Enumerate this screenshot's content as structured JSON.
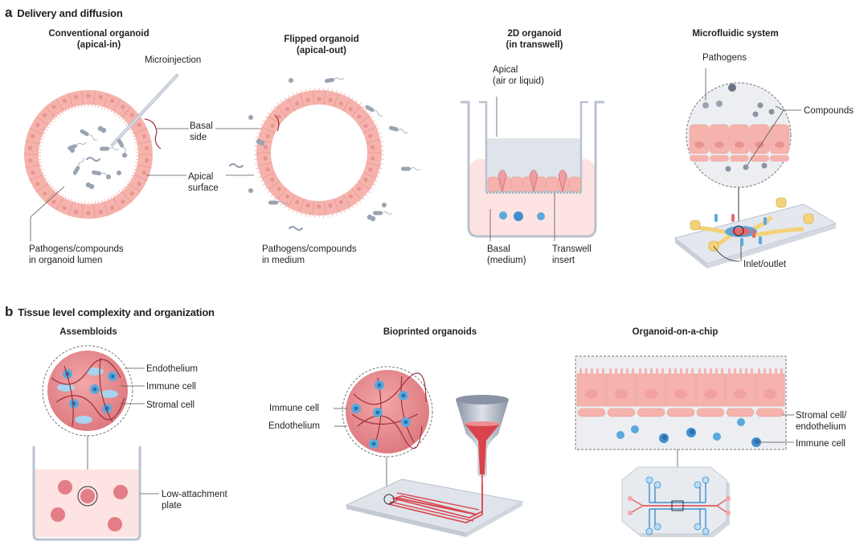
{
  "section_a": {
    "letter": "a",
    "title": "Delivery and diffusion",
    "panels": {
      "conventional": {
        "title_line1": "Conventional organoid",
        "title_line2": "(apical-in)",
        "labels": {
          "microinjection": "Microinjection",
          "basal_line1": "Basal",
          "basal_line2": "side",
          "apical_line1": "Apical",
          "apical_line2": "surface",
          "lumen_line1": "Pathogens/compounds",
          "lumen_line2": "in organoid lumen"
        }
      },
      "flipped": {
        "title_line1": "Flipped organoid",
        "title_line2": "(apical-out)",
        "labels": {
          "medium_line1": "Pathogens/compounds",
          "medium_line2": "in medium"
        }
      },
      "transwell": {
        "title_line1": "2D organoid",
        "title_line2": "(in transwell)",
        "labels": {
          "apical_line1": "Apical",
          "apical_line2": "(air or liquid)",
          "basal_line1": "Basal",
          "basal_line2": "(medium)",
          "insert_line1": "Transwell",
          "insert_line2": "insert"
        }
      },
      "microfluidic": {
        "title": "Microfluidic system",
        "labels": {
          "pathogens": "Pathogens",
          "compounds": "Compounds",
          "inlet_outlet": "Inlet/outlet"
        }
      }
    }
  },
  "section_b": {
    "letter": "b",
    "title": "Tissue level complexity and organization",
    "panels": {
      "assembloids": {
        "title": "Assembloids",
        "labels": {
          "endothelium": "Endothelium",
          "immune_cell": "Immune cell",
          "stromal_cell": "Stromal cell",
          "plate_line1": "Low-attachment",
          "plate_line2": "plate"
        }
      },
      "bioprinted": {
        "title": "Bioprinted organoids",
        "labels": {
          "immune_cell": "Immune cell",
          "endothelium": "Endothelium"
        }
      },
      "chip": {
        "title": "Organoid-on-a-chip",
        "labels": {
          "stromal_line1": "Stromal cell/",
          "stromal_line2": "endothelium",
          "immune_cell": "Immune cell"
        }
      }
    }
  },
  "colors": {
    "epithelium": "#f6b3ad",
    "epithelium_dark": "#e8958e",
    "pathogen": "#9aa3b2",
    "immune": "#5aa9dc",
    "vessel": "#a0303a",
    "ink_red": "#d9444c",
    "tissue": "#e7858a",
    "medium_pink": "#fde3e1",
    "apical_grey": "#dfe3ea"
  }
}
